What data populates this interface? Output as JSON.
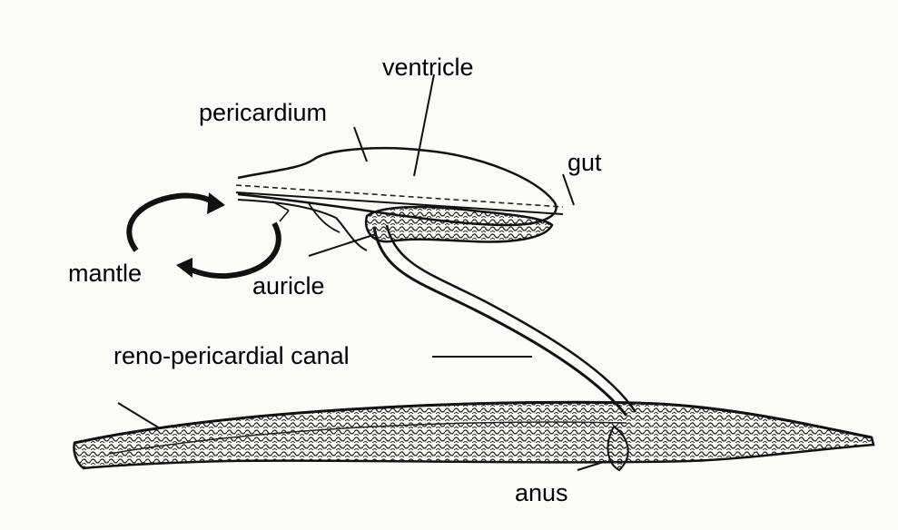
{
  "labels": {
    "ventricle": "ventricle",
    "pericardium": "pericardium",
    "gut": "gut",
    "mantle": "mantle",
    "auricle": "auricle",
    "reno_pericardial_canal": "reno-pericardial canal",
    "anus": "anus"
  },
  "colors": {
    "ink": "#111111",
    "background": "#fbfbfa"
  }
}
